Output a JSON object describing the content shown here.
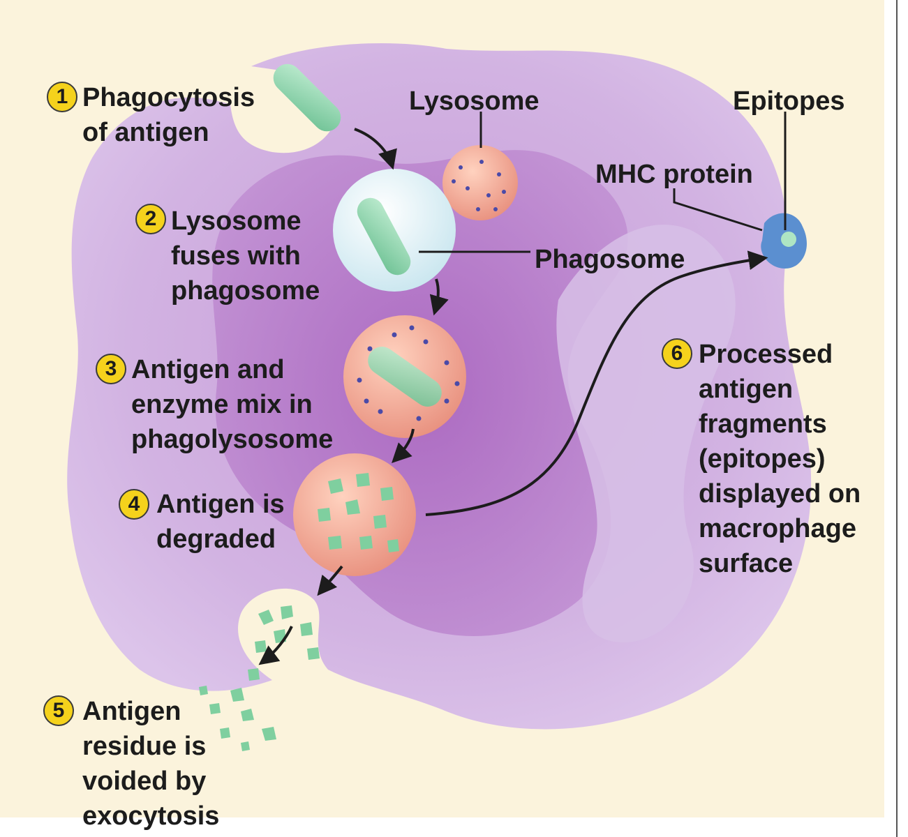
{
  "steps": [
    {
      "number": "1",
      "lines": [
        "Phagocytosis",
        "of antigen"
      ]
    },
    {
      "number": "2",
      "lines": [
        "Lysosome",
        "fuses with",
        "phagosome"
      ]
    },
    {
      "number": "3",
      "lines": [
        "Antigen and",
        "enzyme mix in",
        "phagolysosome"
      ]
    },
    {
      "number": "4",
      "lines": [
        "Antigen is",
        "degraded"
      ]
    },
    {
      "number": "5",
      "lines": [
        "Antigen",
        "residue is",
        "voided by",
        "exocytosis"
      ]
    },
    {
      "number": "6",
      "lines": [
        "Processed",
        "antigen",
        "fragments",
        "(epitopes)",
        "displayed on",
        "macrophage",
        "surface"
      ]
    }
  ],
  "labels": {
    "lysosome": "Lysosome",
    "epitopes": "Epitopes",
    "mhc_protein": "MHC protein",
    "phagosome": "Phagosome"
  },
  "colors": {
    "background": "#fbf3dc",
    "cell": "#cfaee0",
    "nucleus": "#b77ccb",
    "antigen": "#8fd3ad",
    "vesicle": "#f0a895",
    "mhc": "#5b8fd0",
    "step_badge": "#f5d21c"
  }
}
